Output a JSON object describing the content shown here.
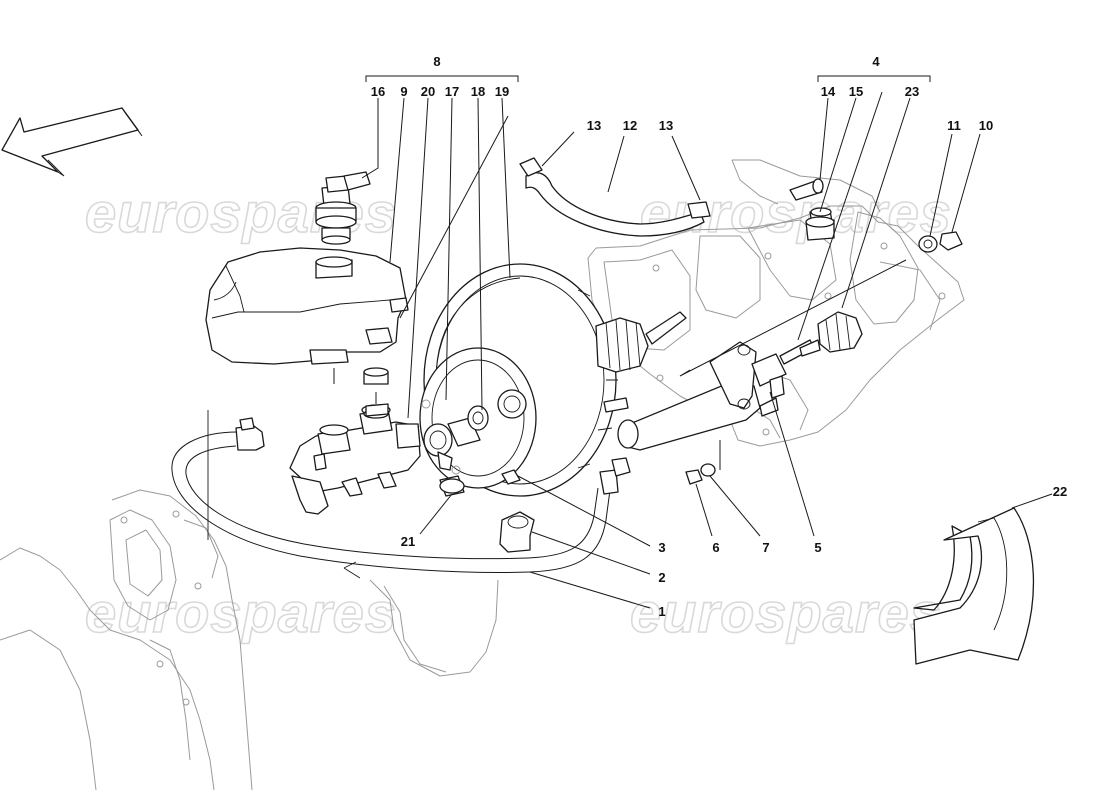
{
  "watermark": "eurospares",
  "group_labels": {
    "left": "8",
    "right": "4"
  },
  "callouts": {
    "c1": "1",
    "c2": "2",
    "c3": "3",
    "c4": "4",
    "c5": "5",
    "c6": "6",
    "c7": "7",
    "c8": "8",
    "c9": "9",
    "c10": "10",
    "c11": "11",
    "c12": "12",
    "c13a": "13",
    "c13b": "13",
    "c14": "14",
    "c15": "15",
    "c16": "16",
    "c17": "17",
    "c18": "18",
    "c19": "19",
    "c20": "20",
    "c21": "21",
    "c22": "22",
    "c23": "23"
  },
  "icons": {
    "direction_arrow": "front-direction-arrow-icon"
  }
}
